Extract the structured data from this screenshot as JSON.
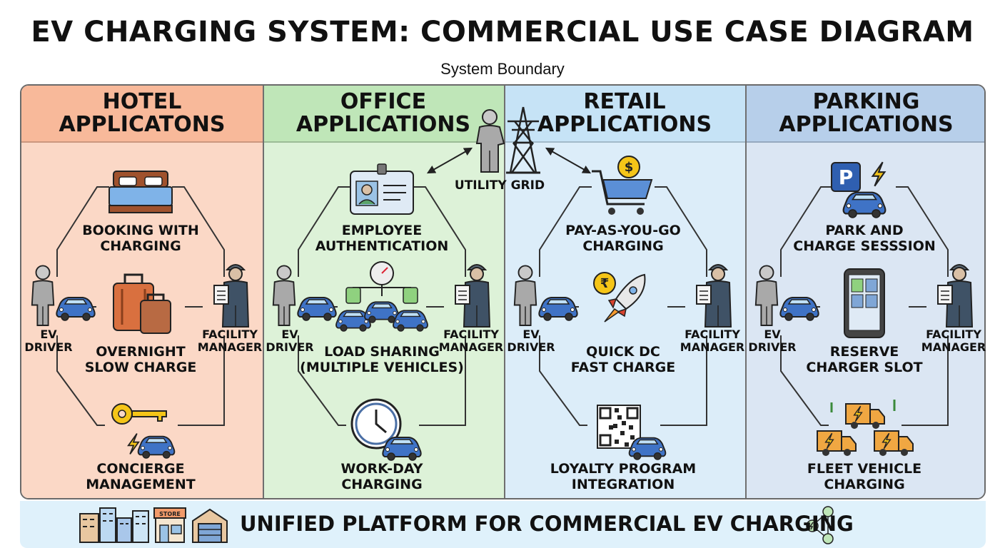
{
  "title": "EV CHARGING SYSTEM: COMMERCIAL USE CASE DIAGRAM",
  "subtitle": "System Boundary",
  "utility": {
    "label": "UTILITY GRID"
  },
  "colors": {
    "hotel": "#fbd8c6",
    "hotel_header": "#f8b99a",
    "office": "#ddf2d8",
    "office_header": "#bfe6b8",
    "retail": "#dcedf9",
    "retail_header": "#c6e3f6",
    "parking": "#dbe6f3",
    "parking_header": "#b7cfea",
    "car_blue": "#3f73c6",
    "outline": "#222222",
    "footer_bg": "#dff1fb"
  },
  "panels": [
    {
      "id": "hotel",
      "header": [
        "HOTEL",
        "APPLICATONS"
      ],
      "left_actor": [
        "EV",
        "DRIVER"
      ],
      "right_actor": [
        "FACILITY",
        "MANAGER"
      ],
      "use_cases": [
        {
          "label": [
            "BOOKING WITH",
            "CHARGING"
          ],
          "icon": "bed-icon"
        },
        {
          "label": [
            "OVERNIGHT",
            "SLOW CHARGE"
          ],
          "icon": "luggage-icon"
        },
        {
          "label": [
            "CONCIERGE",
            "MANAGEMENT"
          ],
          "icon": "key-car-icon"
        }
      ]
    },
    {
      "id": "office",
      "header": [
        "OFFICE",
        "APPLICATIONS"
      ],
      "left_actor": [
        "EV",
        "DRIVER"
      ],
      "right_actor": [
        "FACILITY",
        "MANAGER"
      ],
      "use_cases": [
        {
          "label": [
            "EMPLOYEE",
            "AUTHENTICATION"
          ],
          "icon": "id-badge-icon"
        },
        {
          "label": [
            "LOAD SHARING",
            "(MULTIPLE VEHICLES)"
          ],
          "icon": "load-sharing-icon"
        },
        {
          "label": [
            "WORK-DAY",
            "CHARGING"
          ],
          "icon": "clock-car-icon"
        }
      ]
    },
    {
      "id": "retail",
      "header": [
        "RETAIL",
        "APPLICATIONS"
      ],
      "left_actor": [
        "EV",
        "DRIVER"
      ],
      "right_actor": [
        "FACILITY",
        "MANAGER"
      ],
      "use_cases": [
        {
          "label": [
            "PAY-AS-YOU-GO",
            "CHARGING"
          ],
          "icon": "shopping-cart-icon"
        },
        {
          "label": [
            "QUICK DC",
            "FAST CHARGE"
          ],
          "icon": "rocket-icon"
        },
        {
          "label": [
            "LOYALTY PROGRAM",
            "INTEGRATION"
          ],
          "icon": "qr-code-icon"
        }
      ]
    },
    {
      "id": "parking",
      "header": [
        "PARKING",
        "APPLICATIONS"
      ],
      "left_actor": [
        "EV",
        "DRIVER"
      ],
      "right_actor": [
        "FACILITY",
        "MANAGER"
      ],
      "use_cases": [
        {
          "label": [
            "PARK AND",
            "CHARGE SESSSION"
          ],
          "icon": "parking-sign-icon"
        },
        {
          "label": [
            "RESERVE",
            "CHARGER SLOT"
          ],
          "icon": "smartphone-icon"
        },
        {
          "label": [
            "FLEET VEHICLE",
            "CHARGING"
          ],
          "icon": "delivery-van-icon"
        }
      ]
    }
  ],
  "footer": {
    "text": "UNIFIED PLATFORM FOR COMMERCIAL EV CHARGING",
    "icons": [
      "buildings-icon",
      "store-icon",
      "garage-icon",
      "network-icon"
    ]
  }
}
